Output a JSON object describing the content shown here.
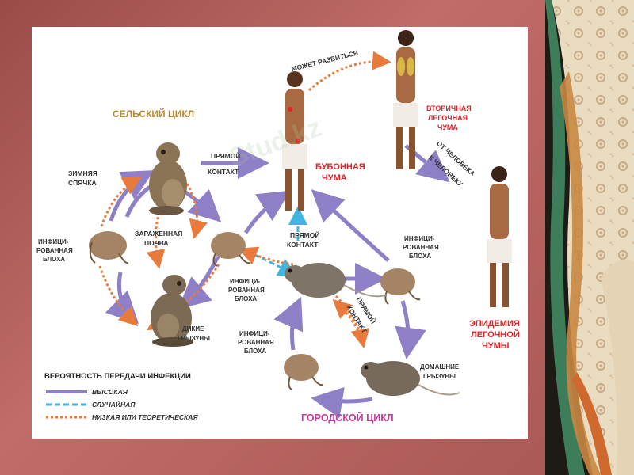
{
  "labels": {
    "rural_cycle": "СЕЛЬСКИЙ ЦИКЛ",
    "urban_cycle": "ГОРОДСКОЙ ЦИКЛ",
    "may_develop": "МОЖЕТ РАЗВИТЬСЯ",
    "bubonic_1": "БУБОННАЯ",
    "bubonic_2": "ЧУМА",
    "secondary_1": "ВТОРИЧНАЯ",
    "secondary_2": "ЛЕГОЧНАЯ",
    "secondary_3": "ЧУМА",
    "from_person_1": "ОТ ЧЕЛОВЕКА",
    "from_person_2": "К ЧЕЛОВЕКУ",
    "epidemic_1": "ЭПИДЕМИЯ",
    "epidemic_2": "ЛЕГОЧНОЙ",
    "epidemic_3": "ЧУМЫ",
    "direct_contact_1": "ПРЯМОЙ",
    "direct_contact_2": "КОНТАКТ",
    "hibernation_1": "ЗИМНЯЯ",
    "hibernation_2": "СПЯЧКА",
    "infected_soil_1": "ЗАРАЖЕННАЯ",
    "infected_soil_2": "ПОЧВА",
    "infected_flea_1": "ИНФИЦИ-",
    "infected_flea_2": "РОВАННАЯ",
    "infected_flea_3": "БЛОХА",
    "wild_rodents_1": "ДИКИЕ",
    "wild_rodents_2": "ГРЫЗУНЫ",
    "domestic_rodents_1": "ДОМАШНИЕ",
    "domestic_rodents_2": "ГРЫЗУНЫ",
    "watermark": "Stud.kz"
  },
  "legend": {
    "title": "ВЕРОЯТНОСТЬ ПЕРЕДАЧИ ИНФЕКЦИИ",
    "items": [
      {
        "label": "ВЫСОКАЯ",
        "color": "#8f7fc6",
        "style": "solid"
      },
      {
        "label": "СЛУЧАЙНАЯ",
        "color": "#3fb5e0",
        "style": "dashed"
      },
      {
        "label": "НИЗКАЯ ИЛИ ТЕОРЕТИЧЕСКАЯ",
        "color": "#e87a3c",
        "style": "dotted"
      }
    ]
  },
  "colors": {
    "rural_title": "#b8862f",
    "urban_title": "#c43aa0",
    "red_text": "#d8262a",
    "high": "#8f7fc6",
    "random": "#3fb5e0",
    "low": "#e87a3c"
  }
}
